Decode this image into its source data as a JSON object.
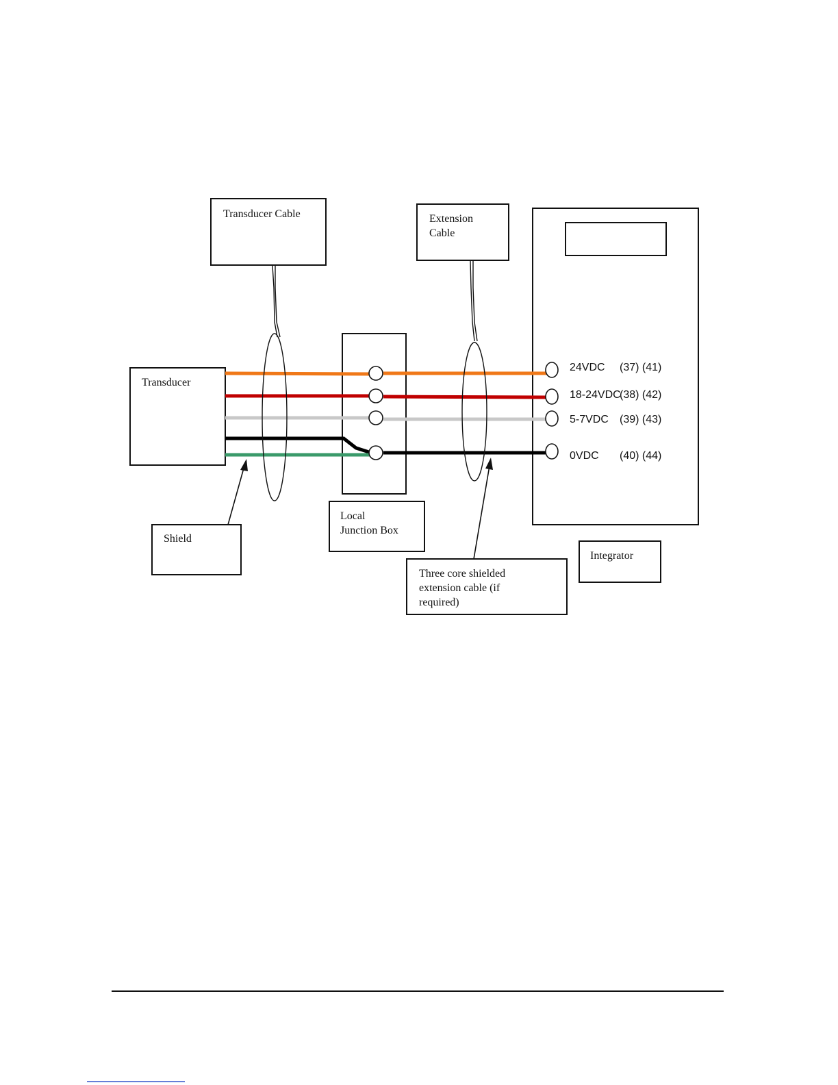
{
  "labels": {
    "transducer_cable": "Transducer Cable",
    "extension_cable_l1": "Extension",
    "extension_cable_l2": "Cable",
    "transducer": "Transducer",
    "shield": "Shield",
    "junction_box_l1": "Local",
    "junction_box_l2": "Junction Box",
    "three_core_l1": "Three core shielded",
    "three_core_l2": "extension cable (if",
    "three_core_l3": "required)",
    "integrator": "Integrator"
  },
  "terminals": [
    {
      "voltage": "24VDC",
      "pins": "(37) (41)"
    },
    {
      "voltage": "18-24VDC",
      "pins": "(38) (42)"
    },
    {
      "voltage": "5-7VDC",
      "pins": "(39) (43)"
    },
    {
      "voltage": "0VDC",
      "pins": "(40) (44)"
    }
  ],
  "colors": {
    "wire_orange": "#f07818",
    "wire_red": "#c00000",
    "wire_grey": "#c8c8c8",
    "wire_black": "#000000",
    "wire_green": "#3a9a6a"
  }
}
